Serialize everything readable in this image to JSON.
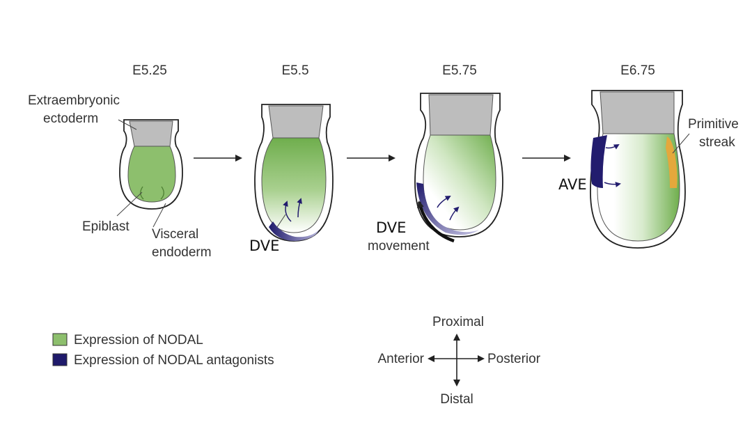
{
  "stages": [
    {
      "label": "E5.25"
    },
    {
      "label": "E5.5"
    },
    {
      "label": "E5.75"
    },
    {
      "label": "E6.75"
    }
  ],
  "labels": {
    "extraembryonic_line1": "Extraembryonic",
    "extraembryonic_line2": "ectoderm",
    "epiblast": "Epiblast",
    "visceral_line1": "Visceral",
    "visceral_line2": "endoderm",
    "dve": "DVE",
    "dve_movement_line1": "DVE",
    "dve_movement_line2": "movement",
    "ave": "AVE",
    "primitive_line1": "Primitive",
    "primitive_line2": "streak"
  },
  "legend": [
    {
      "label": "Expression of NODAL",
      "color": "#8dbf6d"
    },
    {
      "label": "Expression of NODAL antagonists",
      "color": "#1f1a6b"
    }
  ],
  "axes": {
    "proximal": "Proximal",
    "distal": "Distal",
    "anterior": "Anterior",
    "posterior": "Posterior"
  },
  "colors": {
    "nodal": "#7fba5c",
    "antagonist": "#221c6e",
    "extraembryonic": "#bdbdbd",
    "primitive_streak": "#e4a83c",
    "outline": "#222222"
  }
}
